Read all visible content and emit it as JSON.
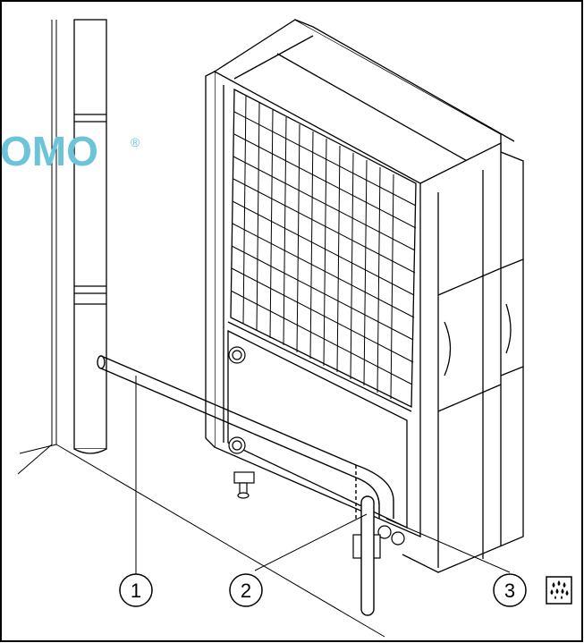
{
  "diagram": {
    "callouts": [
      {
        "id": "1"
      },
      {
        "id": "2"
      },
      {
        "id": "3"
      }
    ],
    "watermark": {
      "text": "OMO",
      "registered": "®",
      "color": "#6cc4d8"
    },
    "icon": {
      "name": "water-drops-icon"
    }
  }
}
